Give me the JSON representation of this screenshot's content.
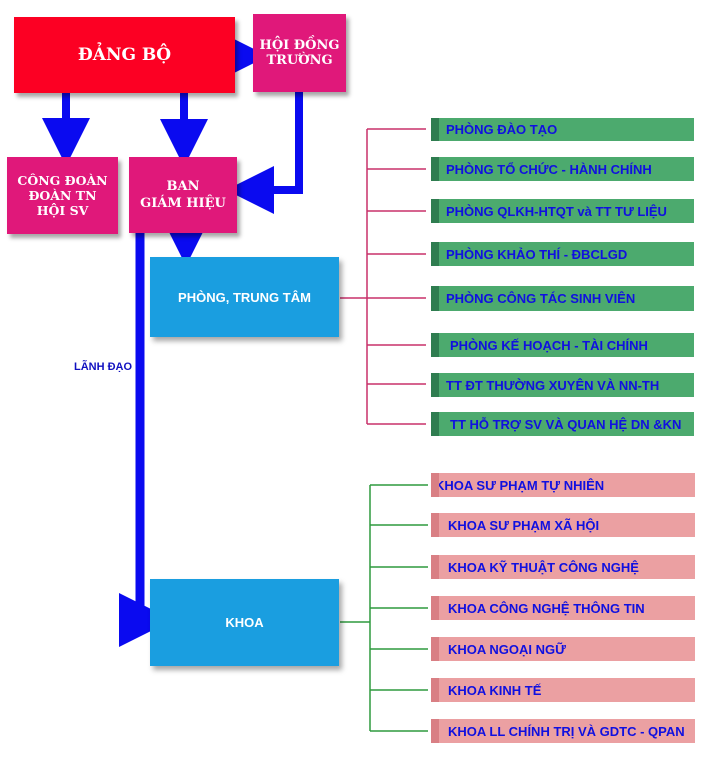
{
  "top_boxes": {
    "dang_bo": "ĐẢNG BỘ",
    "hoi_dong_line1": "HỘI ĐỒNG",
    "hoi_dong_line2": "TRƯỜNG",
    "cong_doan_line1": "CÔNG ĐOÀN",
    "cong_doan_line2": "ĐOÀN TN",
    "cong_doan_line3": "HỘI SV",
    "ban_giam_hieu_line1": "BAN",
    "ban_giam_hieu_line2": "GIÁM HIỆU"
  },
  "units": {
    "phong_trung_tam": "PHÒNG, TRUNG TÂM",
    "khoa": "KHOA"
  },
  "side_label": "LÃNH ĐẠO",
  "phong_items": [
    "PHÒNG ĐÀO TẠO",
    "PHÒNG TỔ CHỨC - HÀNH CHÍNH",
    "PHÒNG QLKH-HTQT và TT TƯ LIỆU",
    "PHÒNG KHẢO THÍ - ĐBCLGD",
    "PHÒNG CÔNG TÁC SINH VIÊN",
    "PHÒNG KẾ HOẠCH - TÀI CHÍNH",
    "TT ĐT THƯỜNG XUYÊN VÀ NN-TH",
    "TT HỖ TRỢ SV VÀ QUAN HỆ DN &KN"
  ],
  "khoa_items": [
    "KHOA SƯ PHẠM TỰ NHIÊN",
    "KHOA SƯ PHẠM XÃ HỘI",
    "KHOA KỸ THUẬT CÔNG NGHỆ",
    "KHOA CÔNG NGHỆ THÔNG TIN",
    "KHOA NGOẠI NGỮ",
    "KHOA KINH TẾ",
    "KHOA LL CHÍNH TRỊ VÀ GDTC - QPAN"
  ],
  "colors": {
    "red": "#fc0023",
    "magenta": "#e0187a",
    "blue_box": "#1a9ee0",
    "green_item": "#4caa6e",
    "pink_item": "#eba0a2",
    "arrow": "#0a0af0",
    "bracket_phong": "#c8306a",
    "bracket_khoa": "#2e9a3e"
  }
}
